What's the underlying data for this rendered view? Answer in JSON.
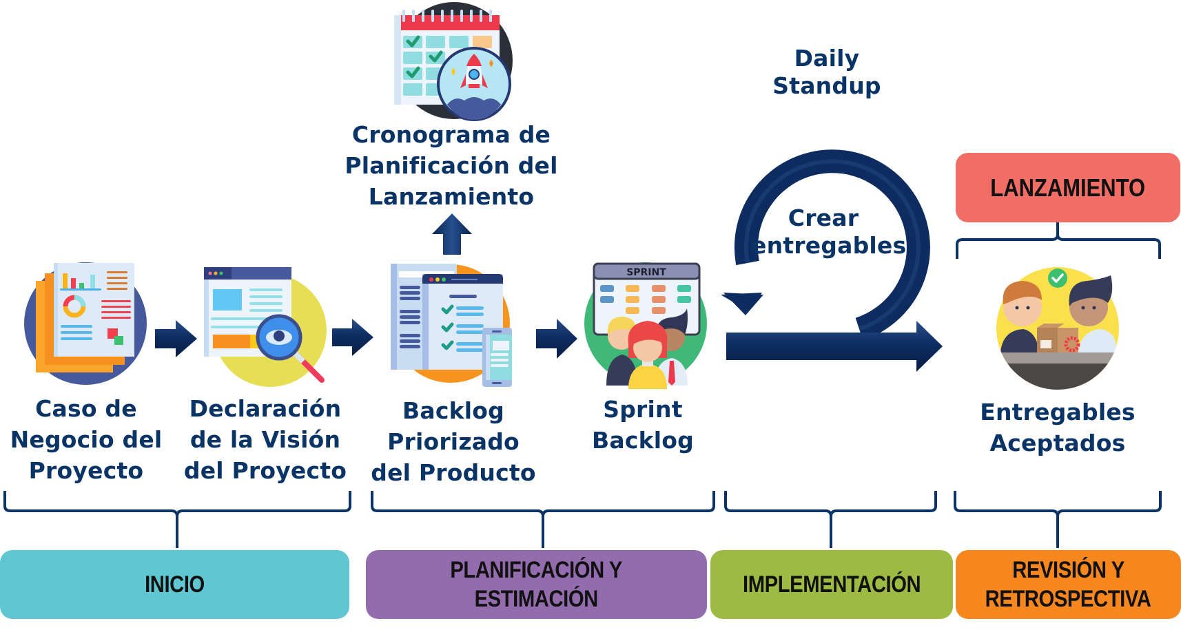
{
  "diagram": {
    "title_topic": "Scrum phases",
    "steps": [
      {
        "id": "business-case",
        "lines": [
          "Caso de",
          "Negocio del",
          "Proyecto"
        ],
        "icon": "business-report-icon"
      },
      {
        "id": "vision-statement",
        "lines": [
          "Declaración",
          "de la Visión",
          "del Proyecto"
        ],
        "icon": "browser-magnifier-icon"
      },
      {
        "id": "product-backlog",
        "lines": [
          "Backlog",
          "Priorizado",
          "del Producto"
        ],
        "icon": "backlog-checklist-icon"
      },
      {
        "id": "sprint-backlog",
        "lines": [
          "Sprint",
          "Backlog"
        ],
        "icon": "sprint-board-team-icon",
        "board_label": "SPRINT"
      },
      {
        "id": "release-schedule",
        "lines": [
          "Cronograma de",
          "Planificación del",
          "Lanzamiento"
        ],
        "icon": "calendar-rocket-icon"
      },
      {
        "id": "daily-standup",
        "lines": [
          "Daily",
          "Standup"
        ]
      },
      {
        "id": "create-deliverables",
        "lines": [
          "Crear",
          "entregables"
        ],
        "icon": "cycle-arrow-icon"
      },
      {
        "id": "accepted-deliverables",
        "lines": [
          "Entregables",
          "Aceptados"
        ],
        "icon": "team-approval-icon"
      }
    ],
    "release_box": {
      "label": "LANZAMIENTO",
      "color": "#f06e66"
    },
    "phases": [
      {
        "id": "inicio",
        "lines": [
          "INICIO"
        ],
        "color": "#5fc6d2"
      },
      {
        "id": "planificacion",
        "lines": [
          "PLANIFICACIÓN Y",
          "ESTIMACIÓN"
        ],
        "color": "#936cae"
      },
      {
        "id": "implementacion",
        "lines": [
          "IMPLEMENTACIÓN"
        ],
        "color": "#9dbb42"
      },
      {
        "id": "revision",
        "lines": [
          "REVISIÓN Y",
          "RETROSPECTIVA"
        ],
        "color": "#f6871f"
      }
    ],
    "colors": {
      "text": "#0b3466",
      "arrow": "#0d2d61",
      "bracket": "#0b3466"
    }
  }
}
